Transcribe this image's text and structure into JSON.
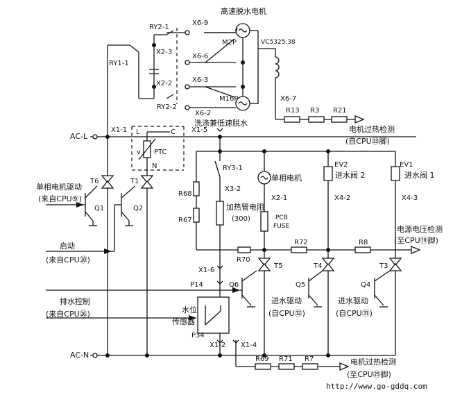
{
  "labels": {
    "high_speed_motor": "高速脱水电机",
    "x6_9": "X6-9",
    "x6_6": "X6-6",
    "x6_3": "X6-3",
    "x6_2": "X6-2",
    "x6_7": "X6-7",
    "m2p": "M2P",
    "m16p": "M16P",
    "vc": "VC5325.38",
    "wash_low": "洗涤兼低速脱水",
    "ry2_1": "RY2-1",
    "ry2_2": "RY2-2",
    "ry1_1": "RY1-1",
    "x2_3": "X2-3",
    "x2_2": "X2-2",
    "r13": "R13",
    "r3": "R3",
    "r21": "R21",
    "motor_overheat_1": "电机过热检测",
    "from_cpu33": "(自CPU㉝脚)",
    "ac_l": "AC-L",
    "x1_1": "X1-1",
    "x1_5": "X1-5",
    "ptc_l": "L",
    "ptc_c": "C",
    "ptc_n": "N",
    "ptc_v": "v",
    "ptc": "PTC",
    "ry3_1": "RY3-1",
    "x3_2": "X3-2",
    "single_motor": "单相电机",
    "x2_1": "X2-1",
    "ev2": "EV2",
    "inlet2": "进水阀 2",
    "x4_2": "X4-2",
    "ev1": "EV1",
    "inlet1": "进水阀 1",
    "x4_3": "X4-3",
    "single_drive": "单相电机驱动",
    "from_cpu9": "(来自CPU⑨)",
    "t6": "T6",
    "t1": "T1",
    "q1": "Q1",
    "q2": "Q2",
    "r68": "R68",
    "r67": "R67",
    "heater": "加热管电阻",
    "heater_val": "(300)",
    "pcb": "PCB",
    "fuse": "FUSE",
    "supply_detect": "电源电压检测",
    "to_cpu19": "(至CPU⑲脚)",
    "start": "启动",
    "from_cpu20": "(来自CPU⑳)",
    "r70": "R70",
    "r72": "R72",
    "r8": "R8",
    "t5": "T5",
    "t4": "T4",
    "t3": "T3",
    "x1_6": "X1-6",
    "p14": "P14",
    "q6": "Q6",
    "q5": "Q5",
    "q4": "Q4",
    "drain": "排水控制",
    "from_cpu26": "(来自CPU㉖)",
    "water_level": "水位",
    "sensor": "传感器",
    "inlet_drive_a": "进水驱动",
    "from_cpu32": "(自CPU㉜)",
    "inlet_drive_b": "进水驱动",
    "from_cpu31": "(自CPU㉛)",
    "p34": "P34",
    "x1_2": "X1-2",
    "x1_4": "X1-4",
    "ac_n": "AC-N",
    "r69": "R69",
    "r71": "R71",
    "r7": "R7",
    "motor_overheat_2": "电机过热检测",
    "to_cpu25": "(至CPU㉕脚)",
    "url": "http://www.go-gddq.com"
  }
}
